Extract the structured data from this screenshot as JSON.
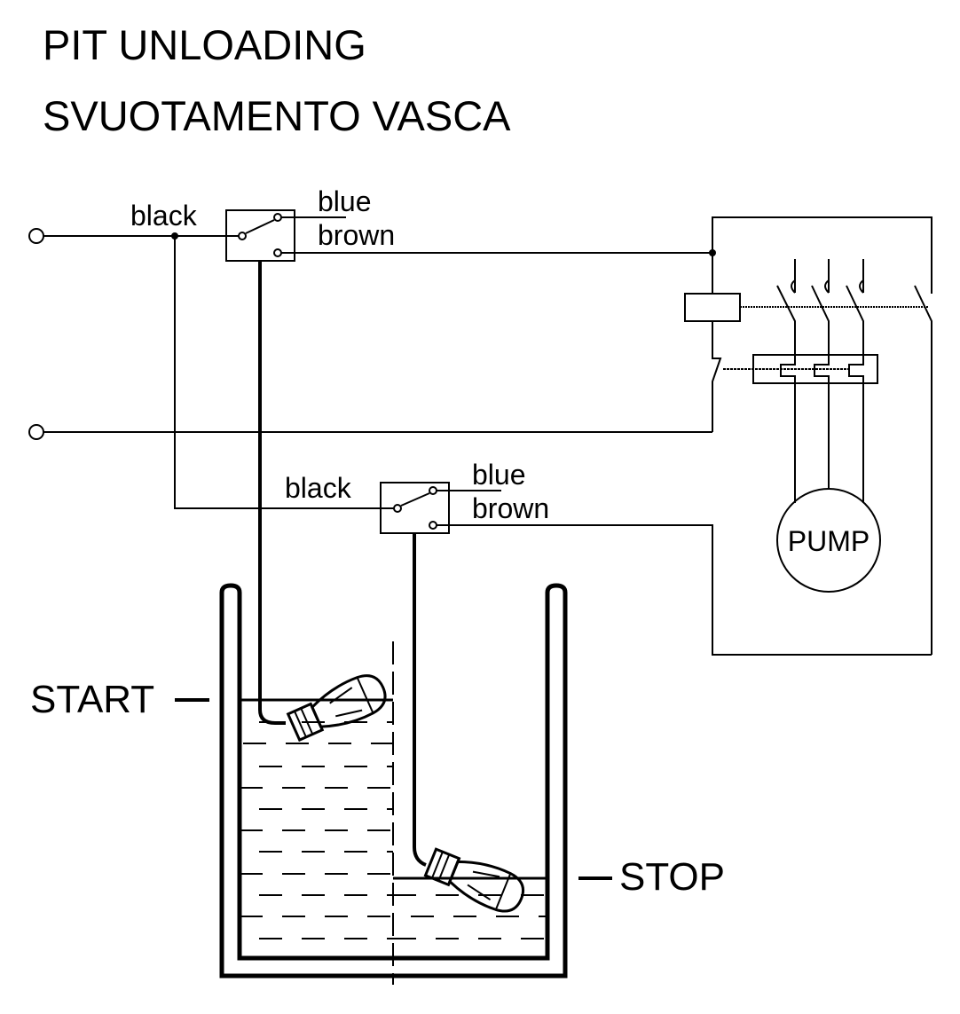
{
  "title": {
    "line1": "PIT UNLOADING",
    "line2": "SVUOTAMENTO VASCA"
  },
  "float_switch_upper": {
    "common_wire": "black",
    "no_wire": "blue",
    "nc_wire": "brown"
  },
  "float_switch_lower": {
    "common_wire": "black",
    "no_wire": "blue",
    "nc_wire": "brown"
  },
  "motor": {
    "label": "PUMP"
  },
  "levels": {
    "start": "START",
    "stop": "STOP"
  }
}
